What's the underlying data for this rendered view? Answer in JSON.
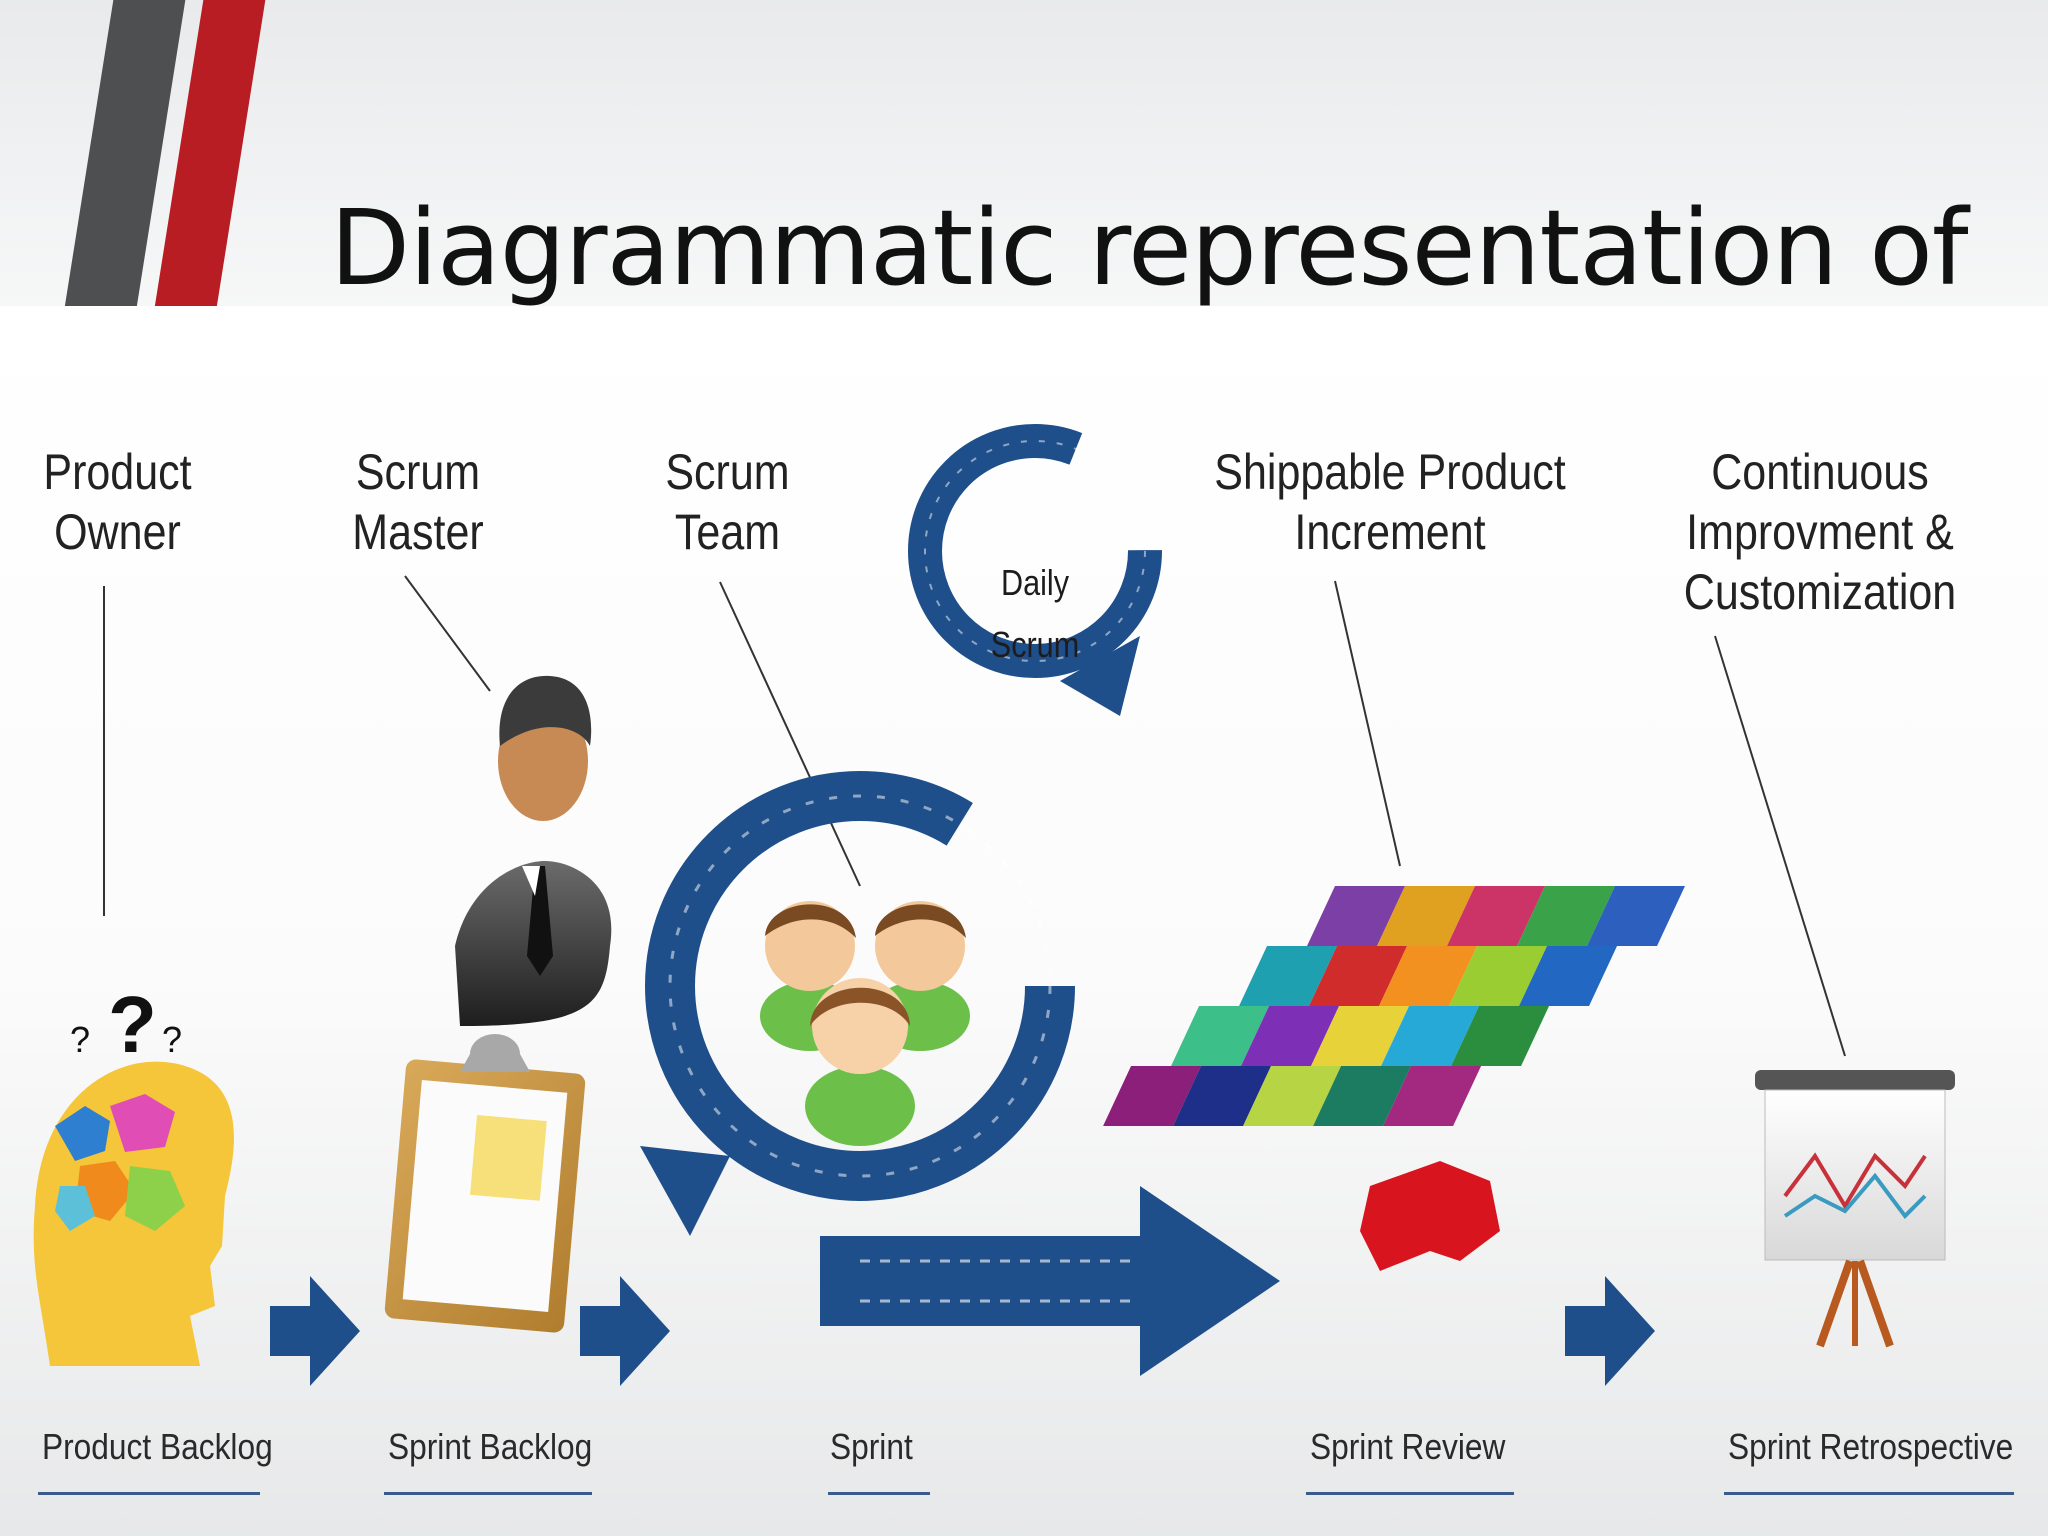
{
  "slide": {
    "title": "Diagrammatic representation of"
  },
  "roles": [
    {
      "id": "product-owner",
      "label": "Product\nOwner"
    },
    {
      "id": "scrum-master",
      "label": "Scrum\nMaster"
    },
    {
      "id": "scrum-team",
      "label": "Scrum\nTeam"
    },
    {
      "id": "shippable-product",
      "label": "Shippable Product\nIncrement"
    },
    {
      "id": "continuous-improvement",
      "label": "Continuous\nImprovment &\nCustomization"
    }
  ],
  "daily_scrum": {
    "line1": "Daily",
    "line2": "Scrum"
  },
  "stages": [
    {
      "id": "product-backlog",
      "label": "Product Backlog"
    },
    {
      "id": "sprint-backlog",
      "label": "Sprint Backlog"
    },
    {
      "id": "sprint",
      "label": "Sprint"
    },
    {
      "id": "sprint-review",
      "label": "Sprint Review"
    },
    {
      "id": "sprint-retrospective",
      "label": "Sprint Retrospective"
    }
  ],
  "colors": {
    "accent_red": "#b81d23",
    "accent_grey": "#4e4f51",
    "cycle_blue": "#1f4f8a",
    "underline_blue": "#3a5a8c"
  }
}
